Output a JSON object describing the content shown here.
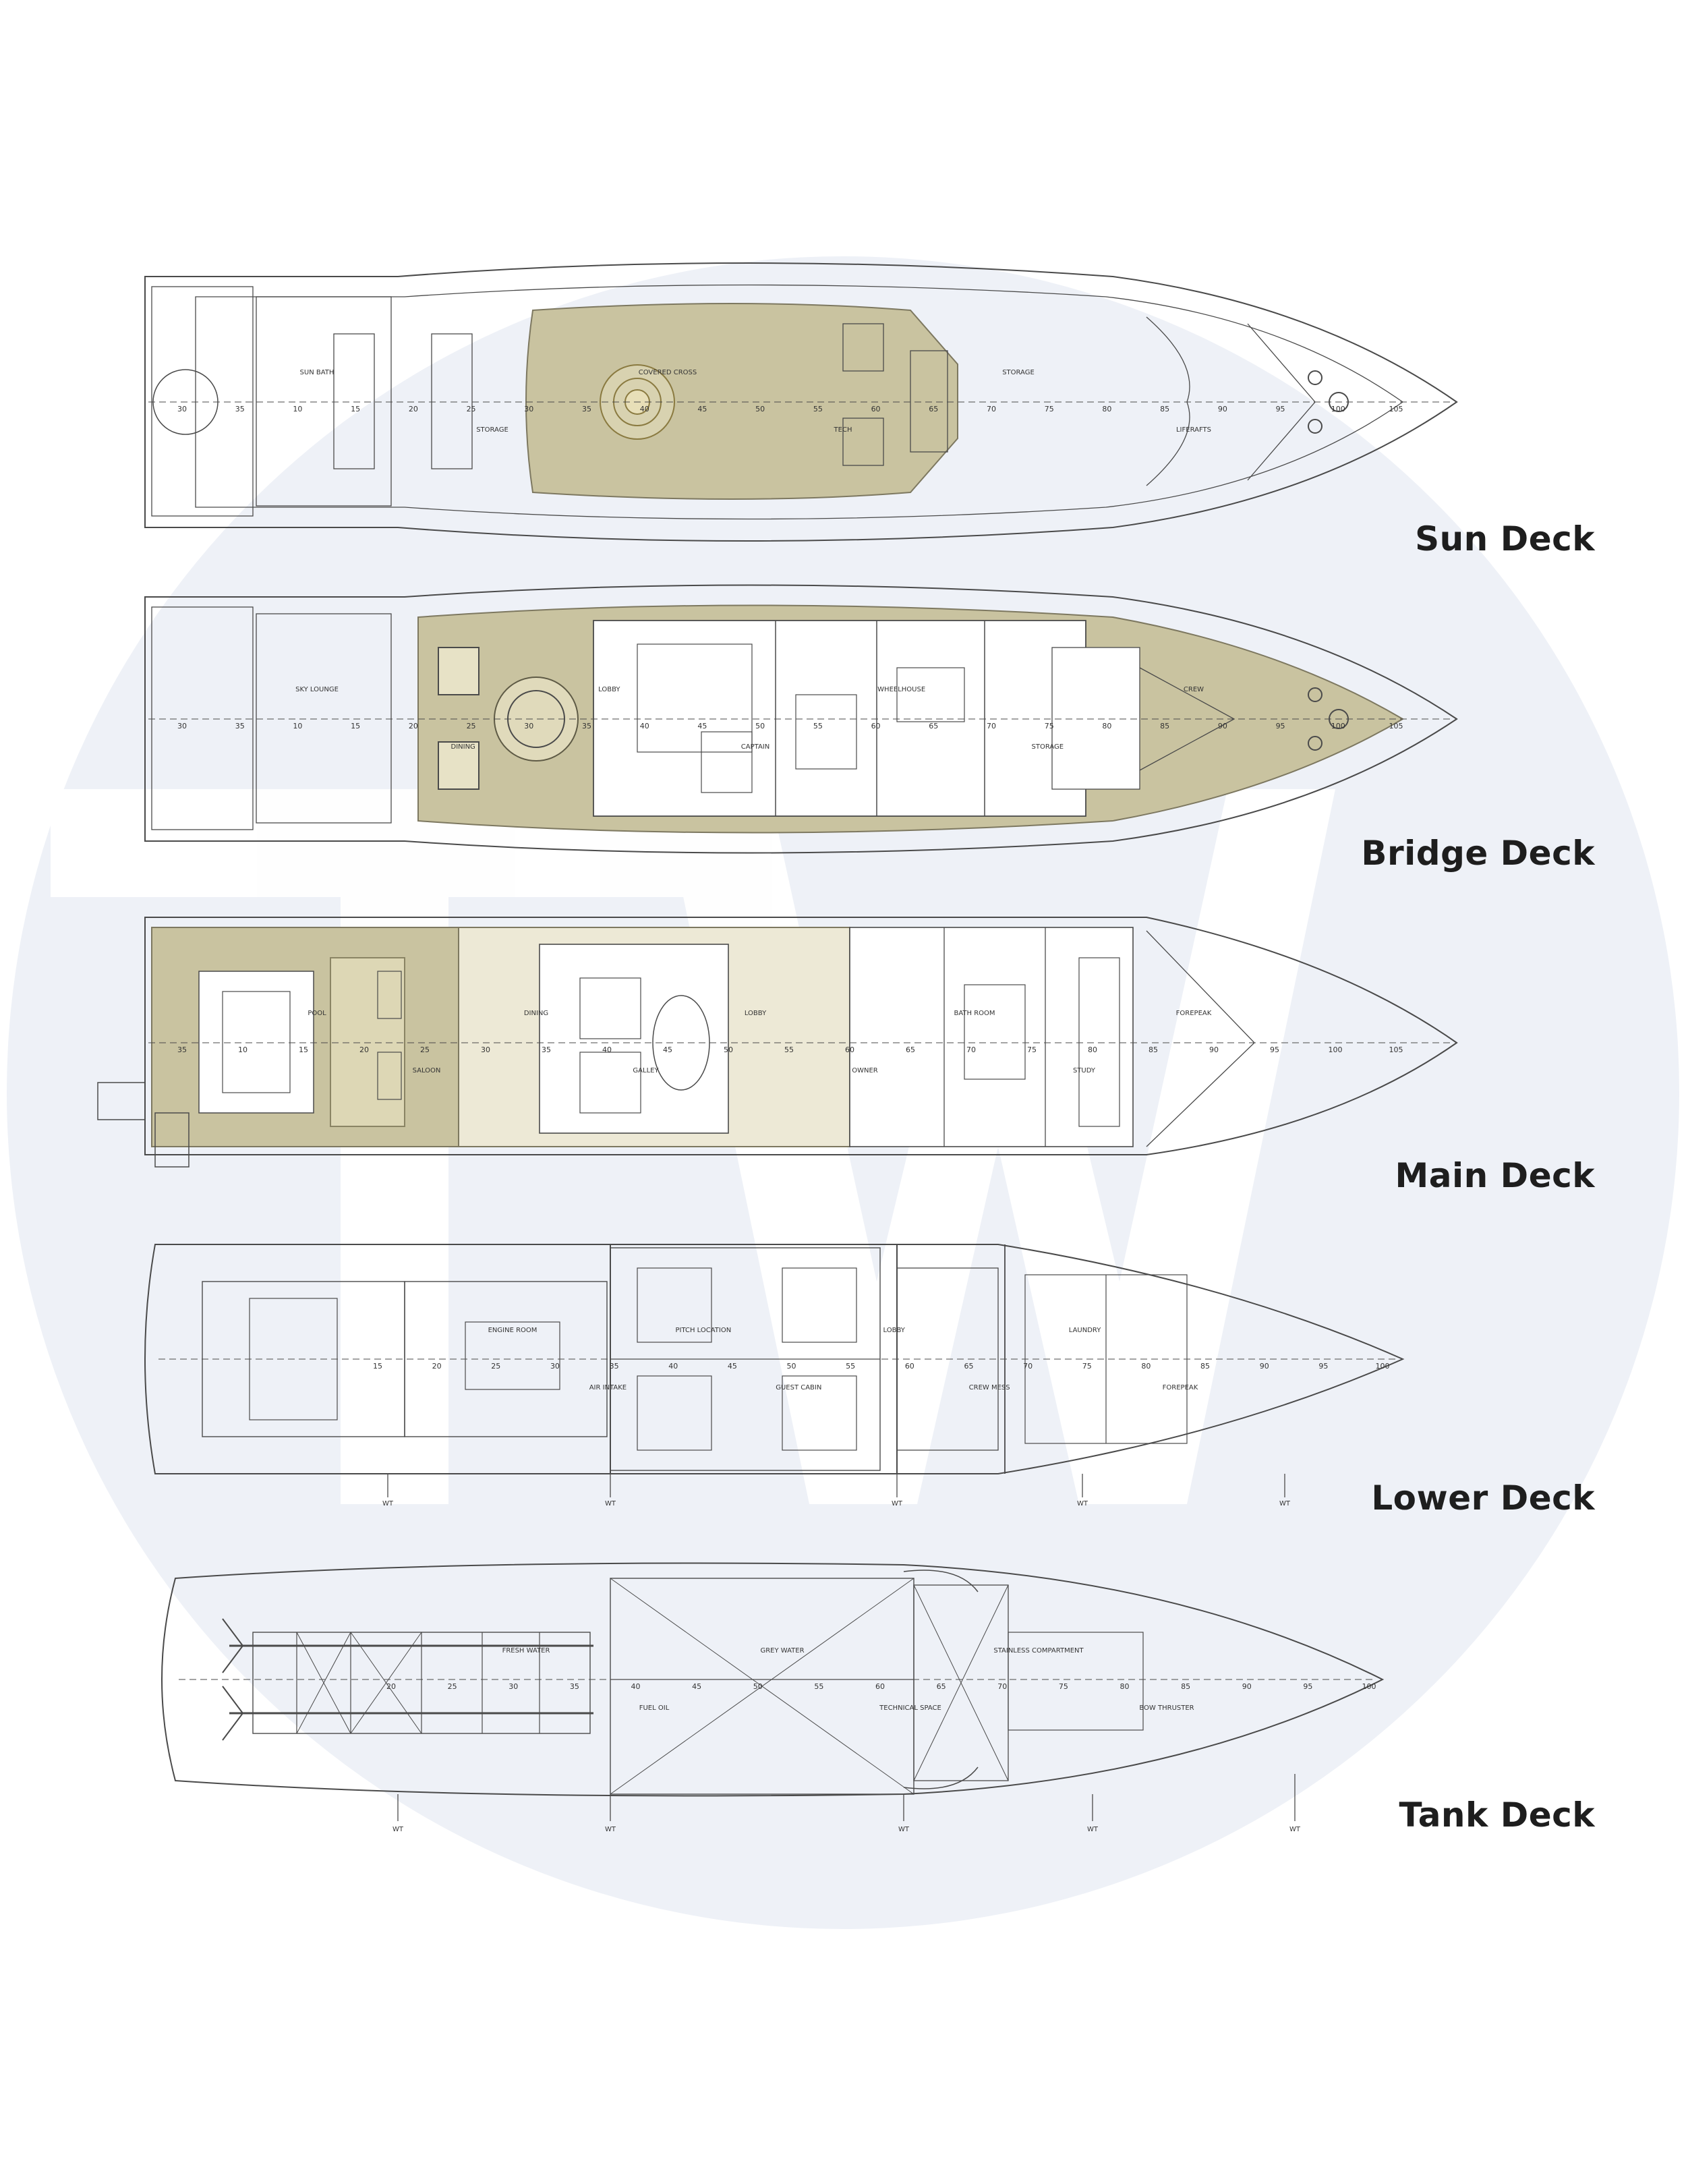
{
  "watermark": {
    "text": "TW",
    "circle_color": "#eef1f7",
    "letter_color": "#ffffff"
  },
  "colors": {
    "line": "#4a4a4a",
    "teak": "#c9c3a0",
    "teak_dark": "#a9a27a",
    "label": "#1e1e1e"
  },
  "decks": [
    {
      "label": "Sun Deck",
      "frames": [
        "30",
        "35",
        "10",
        "15",
        "20",
        "25",
        "30",
        "35",
        "40",
        "45",
        "50",
        "55",
        "60",
        "65",
        "70",
        "75",
        "80",
        "85",
        "90",
        "95",
        "100",
        "105"
      ],
      "rooms": [
        "SUN BATH",
        "STORAGE",
        "COVERED CROSS",
        "TECH",
        "STORAGE",
        "LIFERAFTS"
      ]
    },
    {
      "label": "Bridge Deck",
      "frames": [
        "30",
        "35",
        "10",
        "15",
        "20",
        "25",
        "30",
        "35",
        "40",
        "45",
        "50",
        "55",
        "60",
        "65",
        "70",
        "75",
        "80",
        "85",
        "90",
        "95",
        "100",
        "105"
      ],
      "rooms": [
        "SKY LOUNGE",
        "DINING",
        "LOBBY",
        "CAPTAIN",
        "WHEELHOUSE",
        "STORAGE",
        "CREW"
      ]
    },
    {
      "label": "Main Deck",
      "frames": [
        "35",
        "10",
        "15",
        "20",
        "25",
        "30",
        "35",
        "40",
        "45",
        "50",
        "55",
        "60",
        "65",
        "70",
        "75",
        "80",
        "85",
        "90",
        "95",
        "100",
        "105"
      ],
      "rooms": [
        "POOL",
        "SALOON",
        "DINING",
        "GALLEY",
        "LOBBY",
        "OWNER",
        "BATH ROOM",
        "STUDY",
        "FOREPEAK"
      ]
    },
    {
      "label": "Lower Deck",
      "frames": [
        "15",
        "20",
        "25",
        "30",
        "35",
        "40",
        "45",
        "50",
        "55",
        "60",
        "65",
        "70",
        "75",
        "80",
        "85",
        "90",
        "95",
        "100"
      ],
      "rooms": [
        "ENGINE ROOM",
        "AIR INTAKE",
        "PITCH LOCATION",
        "GUEST CABIN",
        "LOBBY",
        "CREW MESS",
        "LAUNDRY",
        "FOREPEAK"
      ],
      "wt": [
        "WT",
        "WT",
        "WT",
        "WT",
        "WT"
      ]
    },
    {
      "label": "Tank Deck",
      "frames": [
        "20",
        "25",
        "30",
        "35",
        "40",
        "45",
        "50",
        "55",
        "60",
        "65",
        "70",
        "75",
        "80",
        "85",
        "90",
        "95",
        "100"
      ],
      "rooms": [
        "FRESH WATER",
        "FUEL OIL",
        "GREY WATER",
        "TECHNICAL SPACE",
        "STAINLESS COMPARTMENT",
        "BOW THRUSTER"
      ],
      "wt": [
        "WT",
        "WT",
        "WT",
        "WT",
        "WT"
      ]
    }
  ]
}
